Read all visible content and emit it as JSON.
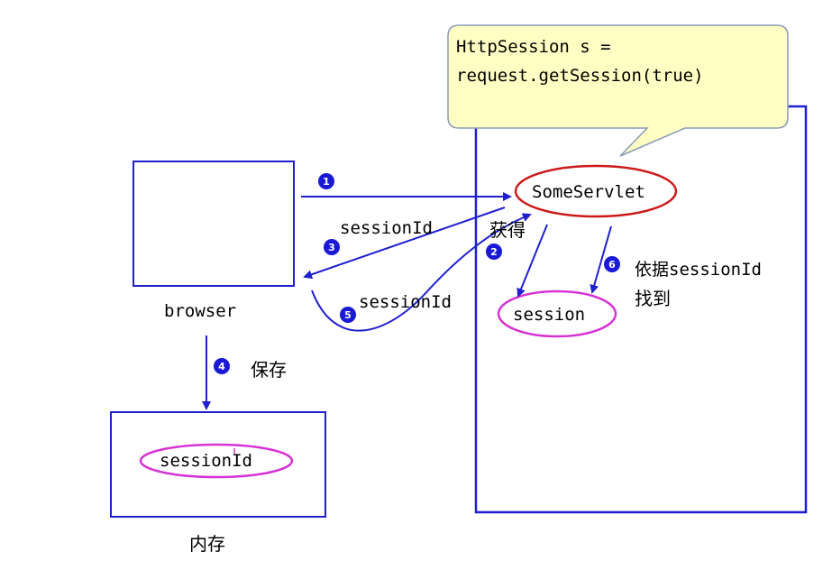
{
  "colors": {
    "box_stroke": "#1f1fcf",
    "arrow": "#1f1fcf",
    "servlet_ellipse": "#cc1a1a",
    "session_ellipse": "#d633d6",
    "callout_fill": "#ffffc4",
    "callout_stroke": "#8a9bb8",
    "badge": "#1a1ad6",
    "text": "#000000"
  },
  "callout": {
    "line1": "HttpSession s =",
    "line2": "request.getSession(true)"
  },
  "servlet": {
    "label": "SomeServlet"
  },
  "server_session": {
    "label": "session"
  },
  "browser": {
    "label": "browser"
  },
  "memory": {
    "label": "内存",
    "content": "sessionId"
  },
  "labels": {
    "arrow3_text": "sessionId",
    "arrow5_text": "sessionId",
    "obtain": "获得",
    "save": "保存",
    "find_line1": "依据sessionId",
    "find_line2": "找到"
  },
  "badges": [
    "1",
    "2",
    "3",
    "4",
    "5",
    "6"
  ]
}
